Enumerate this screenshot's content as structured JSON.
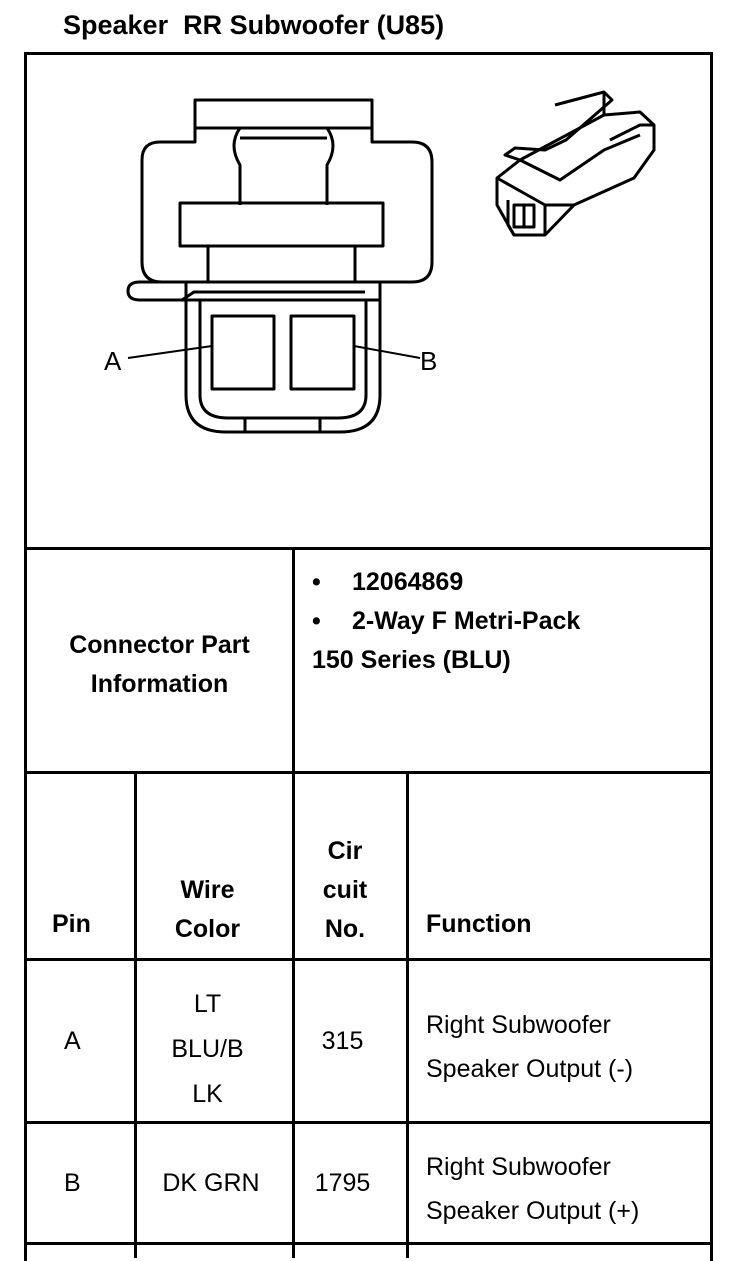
{
  "title": "Speaker  RR Subwoofer (U85)",
  "diagram": {
    "pin_labels": [
      "A",
      "B"
    ]
  },
  "connector_info": {
    "label_line1": "Connector Part",
    "label_line2": "Information",
    "bullets": [
      "12064869",
      "2-Way F Metri-Pack"
    ],
    "bullet_continuation": "150 Series (BLU)",
    "bullet_glyph": "•"
  },
  "table": {
    "headers": {
      "pin": "Pin",
      "wire_color": [
        "Wire",
        "Color"
      ],
      "circuit": [
        "Cir",
        "cuit",
        "No."
      ],
      "function": "Function"
    },
    "rows": [
      {
        "pin": "A",
        "wire_color": [
          "LT",
          "BLU/B",
          "LK"
        ],
        "circuit": "315",
        "function": [
          "Right Subwoofer",
          "Speaker Output (-)"
        ]
      },
      {
        "pin": "B",
        "wire_color": [
          "DK GRN"
        ],
        "circuit": "1795",
        "function": [
          "Right Subwoofer",
          "Speaker Output (+)"
        ]
      }
    ]
  }
}
